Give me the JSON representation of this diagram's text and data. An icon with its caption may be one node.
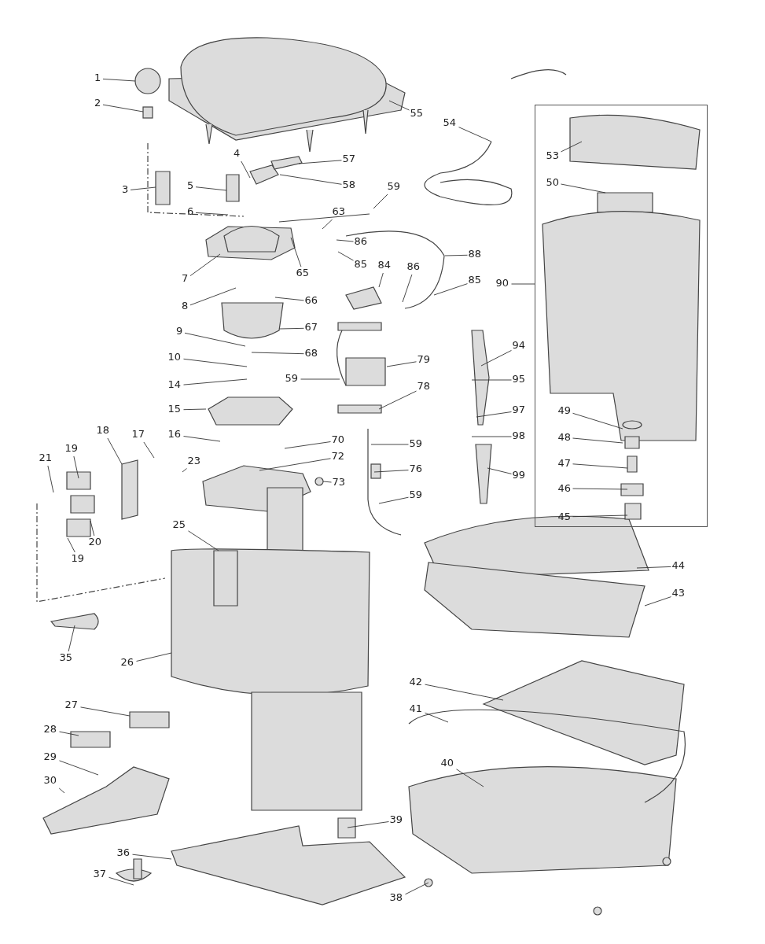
{
  "diagram": {
    "nodes": [
      {
        "text": [],
        "shape": "box"
      },
      {
        "text": [
          "1"
        ]
      },
      {
        "text": [
          "2"
        ]
      },
      {
        "text": [
          "3"
        ]
      },
      {
        "text": [
          "4"
        ]
      },
      {
        "text": [
          "5"
        ]
      },
      {
        "text": [
          "6"
        ]
      },
      {
        "text": [
          "7"
        ]
      },
      {
        "text": [
          "8"
        ]
      },
      {
        "text": [
          "9"
        ]
      },
      {
        "text": [
          "10"
        ]
      },
      {
        "text": [
          "14"
        ]
      },
      {
        "text": [
          "15"
        ]
      },
      {
        "text": [
          "16"
        ]
      },
      {
        "text": [
          "17"
        ]
      },
      {
        "text": [
          "18"
        ]
      },
      {
        "text": [
          "19"
        ]
      },
      {
        "text": [
          "19"
        ]
      },
      {
        "text": [
          "20"
        ]
      },
      {
        "text": [
          "21"
        ]
      },
      {
        "text": [
          "23"
        ]
      },
      {
        "text": [
          "25"
        ]
      },
      {
        "text": [
          "26"
        ]
      },
      {
        "text": [
          "27"
        ]
      },
      {
        "text": [
          "28"
        ]
      },
      {
        "text": [
          "29"
        ]
      },
      {
        "text": [
          "30"
        ]
      },
      {
        "text": [
          "35"
        ]
      },
      {
        "text": [
          "36"
        ]
      },
      {
        "text": [
          "37"
        ]
      },
      {
        "text": [
          "38"
        ]
      },
      {
        "text": [
          "39"
        ]
      },
      {
        "text": [
          "40"
        ]
      },
      {
        "text": [
          "41"
        ]
      },
      {
        "text": [
          "42"
        ]
      },
      {
        "text": [
          "43"
        ]
      },
      {
        "text": [
          "44"
        ]
      },
      {
        "text": [
          "45"
        ],
        "in": 0
      },
      {
        "text": [
          "46"
        ],
        "in": 0
      },
      {
        "text": [
          "47"
        ],
        "in": 0
      },
      {
        "text": [
          "48"
        ],
        "in": 0
      },
      {
        "text": [
          "49"
        ],
        "in": 0
      },
      {
        "text": [
          "50"
        ],
        "in": 0
      },
      {
        "text": [
          "53"
        ],
        "in": 0
      },
      {
        "text": [
          "54"
        ]
      },
      {
        "text": [
          "55"
        ]
      },
      {
        "text": [
          "57"
        ]
      },
      {
        "text": [
          "58"
        ]
      },
      {
        "text": [
          "59"
        ]
      },
      {
        "text": [
          "59"
        ]
      },
      {
        "text": [
          "59"
        ]
      },
      {
        "text": [
          "59"
        ]
      },
      {
        "text": [
          "63"
        ]
      },
      {
        "text": [
          "65"
        ]
      },
      {
        "text": [
          "66"
        ]
      },
      {
        "text": [
          "67"
        ]
      },
      {
        "text": [
          "68"
        ]
      },
      {
        "text": [
          "70"
        ]
      },
      {
        "text": [
          "72"
        ]
      },
      {
        "text": [
          "73"
        ]
      },
      {
        "text": [
          "76"
        ]
      },
      {
        "text": [
          "78"
        ]
      },
      {
        "text": [
          "79"
        ]
      },
      {
        "text": [
          "84"
        ]
      },
      {
        "text": [
          "85"
        ]
      },
      {
        "text": [
          "85"
        ]
      },
      {
        "text": [
          "86"
        ]
      },
      {
        "text": [
          "86"
        ]
      },
      {
        "text": [
          "88"
        ]
      },
      {
        "text": [
          "90"
        ]
      },
      {
        "text": [
          "94"
        ]
      },
      {
        "text": [
          "95"
        ]
      },
      {
        "text": [
          "97"
        ]
      },
      {
        "text": [
          "98"
        ]
      },
      {
        "text": [
          "99"
        ]
      }
    ],
    "edges": [
      {
        "from": 1,
        "to": null,
        "arrow": "none"
      },
      {
        "from": 2,
        "to": null,
        "arrow": "none"
      },
      {
        "from": 3,
        "to": null,
        "arrow": "none"
      },
      {
        "from": 4,
        "to": null,
        "arrow": "none"
      },
      {
        "from": 5,
        "to": null,
        "arrow": "none"
      },
      {
        "from": 6,
        "to": null,
        "arrow": "none"
      },
      {
        "from": 7,
        "to": null,
        "arrow": "none"
      },
      {
        "from": 8,
        "to": null,
        "arrow": "none"
      },
      {
        "from": 9,
        "to": null,
        "arrow": "none"
      },
      {
        "from": 10,
        "to": null,
        "arrow": "none"
      },
      {
        "from": 11,
        "to": null,
        "arrow": "none"
      },
      {
        "from": 12,
        "to": null,
        "arrow": "none"
      },
      {
        "from": 13,
        "to": null,
        "arrow": "none"
      },
      {
        "from": 14,
        "to": null,
        "arrow": "none"
      },
      {
        "from": 15,
        "to": null,
        "arrow": "none"
      },
      {
        "from": 16,
        "to": null,
        "arrow": "none"
      },
      {
        "from": 17,
        "to": null,
        "arrow": "none"
      },
      {
        "from": 18,
        "to": null,
        "arrow": "none"
      },
      {
        "from": 19,
        "to": null,
        "arrow": "none"
      },
      {
        "from": 20,
        "to": null,
        "arrow": "none"
      },
      {
        "from": 21,
        "to": null,
        "arrow": "none"
      },
      {
        "from": 22,
        "to": null,
        "arrow": "none"
      },
      {
        "from": 23,
        "to": null,
        "arrow": "none"
      },
      {
        "from": 24,
        "to": null,
        "arrow": "none"
      },
      {
        "from": 25,
        "to": null,
        "arrow": "none"
      },
      {
        "from": 26,
        "to": null,
        "arrow": "none"
      },
      {
        "from": 27,
        "to": null,
        "arrow": "none"
      },
      {
        "from": 28,
        "to": null,
        "arrow": "none"
      },
      {
        "from": 29,
        "to": null,
        "arrow": "none"
      },
      {
        "from": 30,
        "to": null,
        "arrow": "none"
      },
      {
        "from": 31,
        "to": null,
        "arrow": "none"
      },
      {
        "from": 32,
        "to": null,
        "arrow": "none"
      },
      {
        "from": 33,
        "to": null,
        "arrow": "none"
      },
      {
        "from": 34,
        "to": null,
        "arrow": "none"
      },
      {
        "from": 35,
        "to": null,
        "arrow": "none"
      },
      {
        "from": 36,
        "to": null,
        "arrow": "none"
      },
      {
        "from": 37,
        "to": null,
        "arrow": "none"
      },
      {
        "from": 38,
        "to": null,
        "arrow": "none"
      },
      {
        "from": 39,
        "to": null,
        "arrow": "none"
      },
      {
        "from": 40,
        "to": null,
        "arrow": "none"
      },
      {
        "from": 41,
        "to": null,
        "arrow": "none"
      },
      {
        "from": 42,
        "to": null,
        "arrow": "none"
      },
      {
        "from": 43,
        "to": null,
        "arrow": "none"
      },
      {
        "from": 44,
        "to": null,
        "arrow": "none"
      },
      {
        "from": 45,
        "to": null,
        "arrow": "none"
      },
      {
        "from": 46,
        "to": null,
        "arrow": "none"
      },
      {
        "from": 47,
        "to": null,
        "arrow": "none"
      },
      {
        "from": 48,
        "to": null,
        "arrow": "none"
      },
      {
        "from": 49,
        "to": null,
        "arrow": "none"
      },
      {
        "from": 50,
        "to": null,
        "arrow": "none"
      },
      {
        "from": 51,
        "to": null,
        "arrow": "none"
      },
      {
        "from": 52,
        "to": null,
        "arrow": "none"
      },
      {
        "from": 53,
        "to": null,
        "arrow": "none"
      },
      {
        "from": 54,
        "to": null,
        "arrow": "none"
      },
      {
        "from": 55,
        "to": null,
        "arrow": "none"
      },
      {
        "from": 56,
        "to": null,
        "arrow": "none"
      },
      {
        "from": 57,
        "to": null,
        "arrow": "none"
      },
      {
        "from": 58,
        "to": null,
        "arrow": "none"
      },
      {
        "from": 59,
        "to": null,
        "arrow": "none"
      },
      {
        "from": 60,
        "to": null,
        "arrow": "none"
      },
      {
        "from": 61,
        "to": null,
        "arrow": "none"
      },
      {
        "from": 62,
        "to": null,
        "arrow": "none"
      },
      {
        "from": 63,
        "to": null,
        "arrow": "none"
      },
      {
        "from": 64,
        "to": null,
        "arrow": "none"
      },
      {
        "from": 65,
        "to": null,
        "arrow": "none"
      },
      {
        "from": 66,
        "to": null,
        "arrow": "none"
      },
      {
        "from": 67,
        "to": null,
        "arrow": "none"
      },
      {
        "from": 68,
        "to": null,
        "arrow": "none"
      },
      {
        "from": 69,
        "to": 0,
        "arrow": "none"
      },
      {
        "from": 70,
        "to": null,
        "arrow": "none"
      },
      {
        "from": 71,
        "to": null,
        "arrow": "none"
      },
      {
        "from": 72,
        "to": null,
        "arrow": "none"
      },
      {
        "from": 73,
        "to": null,
        "arrow": "none"
      },
      {
        "from": 74,
        "to": null,
        "arrow": "none"
      }
    ]
  }
}
